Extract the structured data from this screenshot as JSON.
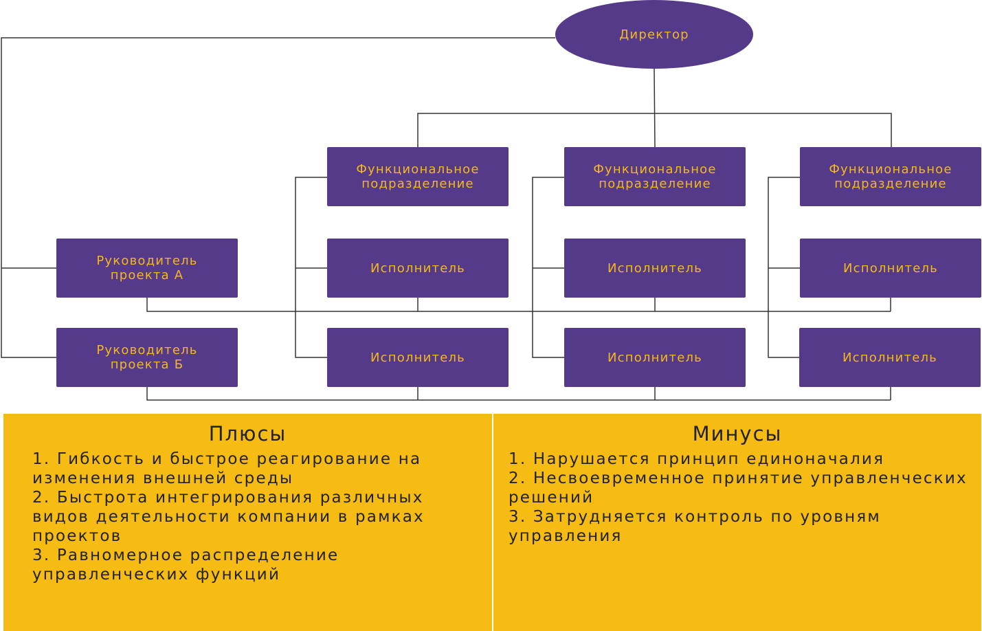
{
  "director": "Директор",
  "functional_units": [
    "Функциональное подразделение",
    "Функциональное подразделение",
    "Функциональное подразделение"
  ],
  "project_managers": [
    "Руководитель проекта А",
    "Руководитель проекта Б"
  ],
  "executor_label": "Исполнитель",
  "pros": {
    "title": "Плюсы",
    "items": [
      "1. Гибкость и быстрое реагирование на изменения внешней среды",
      "2. Быстрота интегрирования различных видов деятельности компании в рамках проектов",
      "3. Равномерное распределение управленческих функций"
    ]
  },
  "cons": {
    "title": "Минусы",
    "items": [
      "1. Нарушается принцип единоначалия",
      "2. Несвоевременное принятие управленческих решений",
      "3. Затрудняется контроль по уровням управления"
    ]
  },
  "colors": {
    "box": "#553a8a",
    "box_text": "#f5b81c",
    "panel": "#f6bc14"
  }
}
